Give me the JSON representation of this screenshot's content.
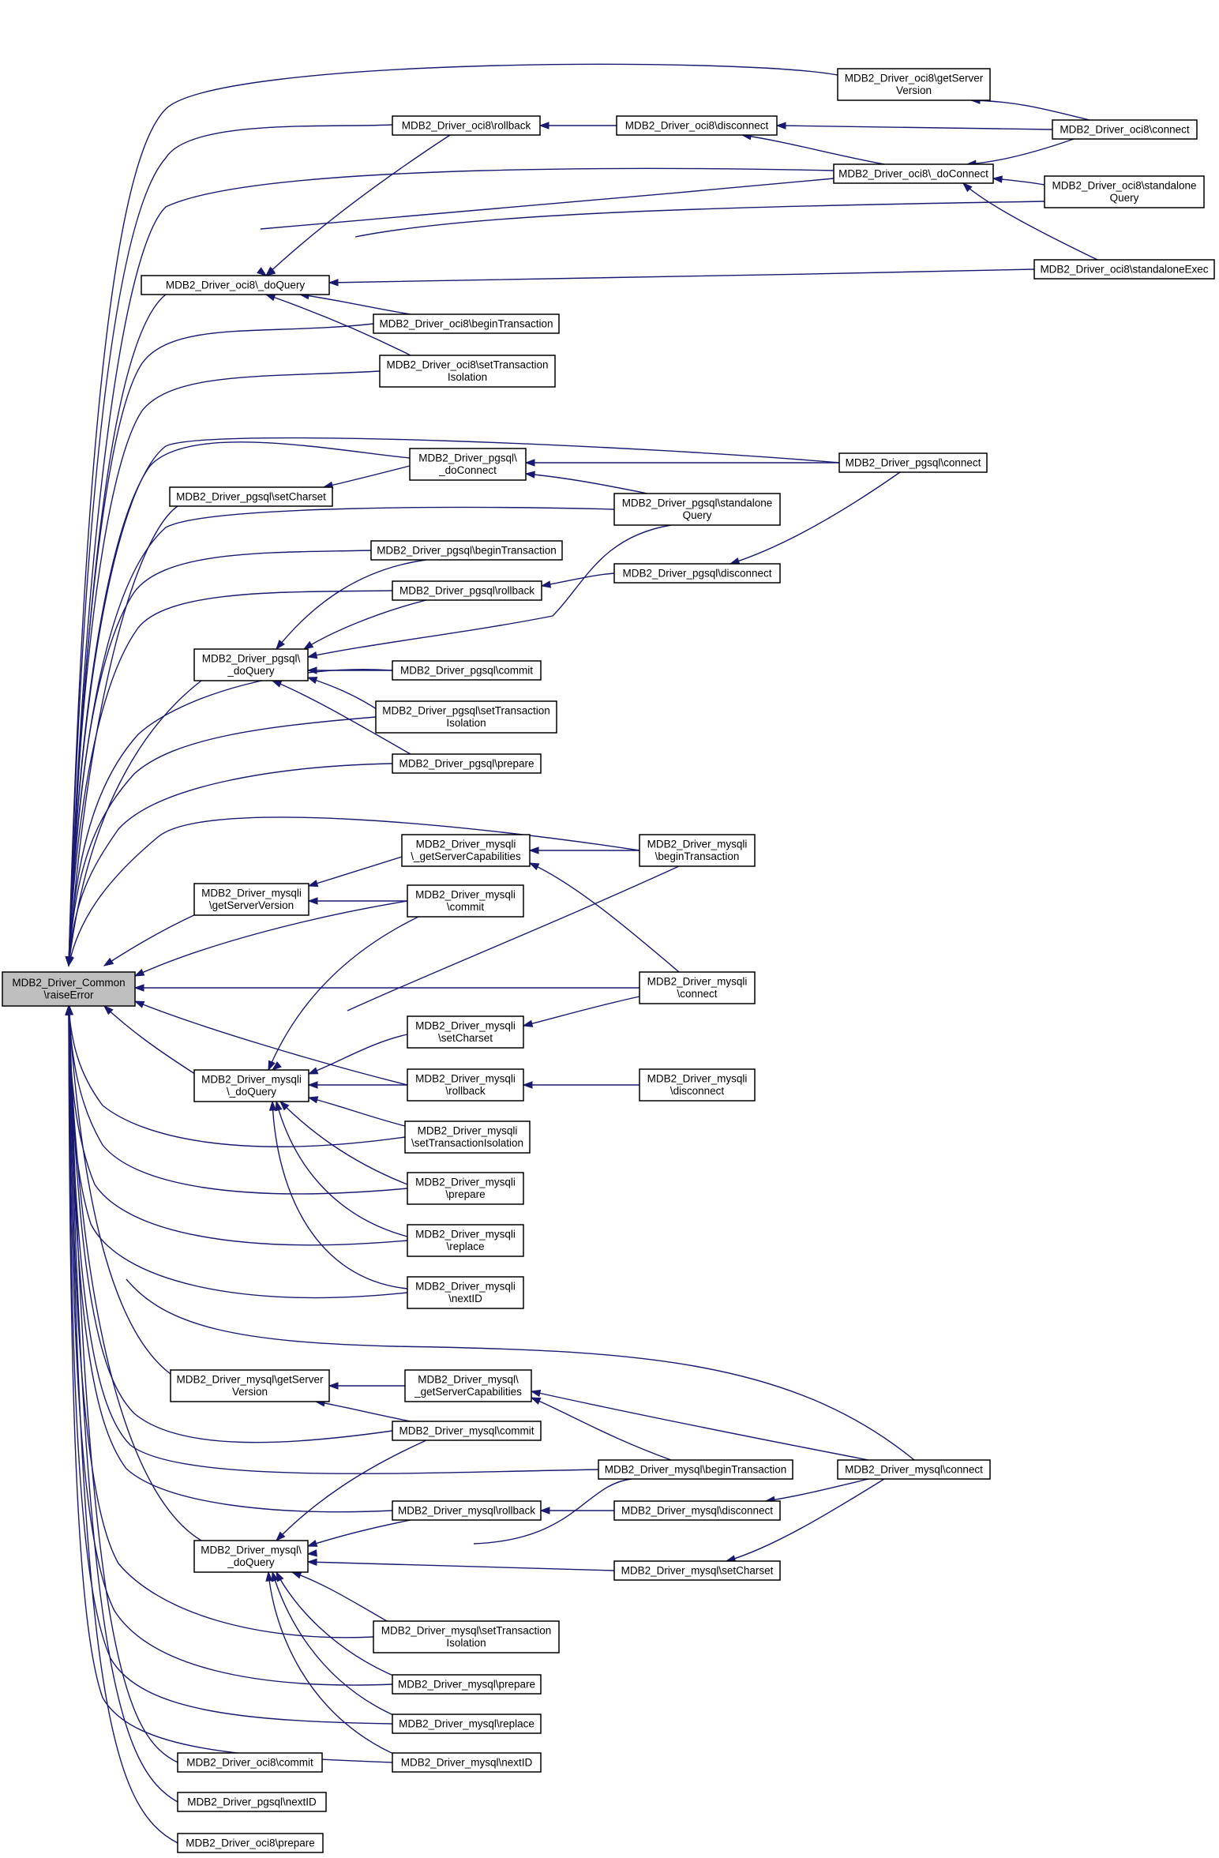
{
  "diagram": {
    "type": "caller-graph",
    "colors": {
      "edge": "#191970",
      "node_border": "#000000",
      "node_fill": "#ffffff",
      "root_fill": "#bfbfbf"
    },
    "nodes": [
      {
        "id": "root",
        "label": "MDB2_Driver_Common\n\\raiseError",
        "root": true
      },
      {
        "id": "oci8_rollback",
        "label": "MDB2_Driver_oci8\\rollback"
      },
      {
        "id": "oci8_doQuery",
        "label": "MDB2_Driver_oci8\\_doQuery"
      },
      {
        "id": "oci8_getServerVersion",
        "label": "MDB2_Driver_oci8\\getServer\nVersion"
      },
      {
        "id": "oci8_disconnect",
        "label": "MDB2_Driver_oci8\\disconnect"
      },
      {
        "id": "oci8_connect",
        "label": "MDB2_Driver_oci8\\connect"
      },
      {
        "id": "oci8_doConnect",
        "label": "MDB2_Driver_oci8\\_doConnect"
      },
      {
        "id": "oci8_standaloneQuery",
        "label": "MDB2_Driver_oci8\\standalone\nQuery"
      },
      {
        "id": "oci8_standaloneExec",
        "label": "MDB2_Driver_oci8\\standaloneExec"
      },
      {
        "id": "oci8_beginTransaction",
        "label": "MDB2_Driver_oci8\\beginTransaction"
      },
      {
        "id": "oci8_setTransactionIsolation",
        "label": "MDB2_Driver_oci8\\setTransaction\nIsolation"
      },
      {
        "id": "pgsql_setCharset",
        "label": "MDB2_Driver_pgsql\\setCharset"
      },
      {
        "id": "pgsql_doConnect",
        "label": "MDB2_Driver_pgsql\\\n_doConnect"
      },
      {
        "id": "pgsql_connect",
        "label": "MDB2_Driver_pgsql\\connect"
      },
      {
        "id": "pgsql_standaloneQuery",
        "label": "MDB2_Driver_pgsql\\standalone\nQuery"
      },
      {
        "id": "pgsql_beginTransaction",
        "label": "MDB2_Driver_pgsql\\beginTransaction"
      },
      {
        "id": "pgsql_rollback",
        "label": "MDB2_Driver_pgsql\\rollback"
      },
      {
        "id": "pgsql_disconnect",
        "label": "MDB2_Driver_pgsql\\disconnect"
      },
      {
        "id": "pgsql_doQuery",
        "label": "MDB2_Driver_pgsql\\\n_doQuery"
      },
      {
        "id": "pgsql_commit",
        "label": "MDB2_Driver_pgsql\\commit"
      },
      {
        "id": "pgsql_setTransactionIsolation",
        "label": "MDB2_Driver_pgsql\\setTransaction\nIsolation"
      },
      {
        "id": "pgsql_prepare",
        "label": "MDB2_Driver_pgsql\\prepare"
      },
      {
        "id": "mysqli_getServerCapabilities",
        "label": "MDB2_Driver_mysqli\n\\_getServerCapabilities"
      },
      {
        "id": "mysqli_beginTransaction",
        "label": "MDB2_Driver_mysqli\n\\beginTransaction"
      },
      {
        "id": "mysqli_getServerVersion",
        "label": "MDB2_Driver_mysqli\n\\getServerVersion"
      },
      {
        "id": "mysqli_commit",
        "label": "MDB2_Driver_mysqli\n\\commit"
      },
      {
        "id": "mysqli_connect",
        "label": "MDB2_Driver_mysqli\n\\connect"
      },
      {
        "id": "mysqli_setCharset",
        "label": "MDB2_Driver_mysqli\n\\setCharset"
      },
      {
        "id": "mysqli_doQuery",
        "label": "MDB2_Driver_mysqli\n\\_doQuery"
      },
      {
        "id": "mysqli_rollback",
        "label": "MDB2_Driver_mysqli\n\\rollback"
      },
      {
        "id": "mysqli_disconnect",
        "label": "MDB2_Driver_mysqli\n\\disconnect"
      },
      {
        "id": "mysqli_setTransactionIsolation",
        "label": "MDB2_Driver_mysqli\n\\setTransactionIsolation"
      },
      {
        "id": "mysqli_prepare",
        "label": "MDB2_Driver_mysqli\n\\prepare"
      },
      {
        "id": "mysqli_replace",
        "label": "MDB2_Driver_mysqli\n\\replace"
      },
      {
        "id": "mysqli_nextID",
        "label": "MDB2_Driver_mysqli\n\\nextID"
      },
      {
        "id": "mysql_getServerVersion",
        "label": "MDB2_Driver_mysql\\getServer\nVersion"
      },
      {
        "id": "mysql_getServerCapabilities",
        "label": "MDB2_Driver_mysql\\\n_getServerCapabilities"
      },
      {
        "id": "mysql_commit",
        "label": "MDB2_Driver_mysql\\commit"
      },
      {
        "id": "mysql_beginTransaction",
        "label": "MDB2_Driver_mysql\\beginTransaction"
      },
      {
        "id": "mysql_connect",
        "label": "MDB2_Driver_mysql\\connect"
      },
      {
        "id": "mysql_rollback",
        "label": "MDB2_Driver_mysql\\rollback"
      },
      {
        "id": "mysql_disconnect",
        "label": "MDB2_Driver_mysql\\disconnect"
      },
      {
        "id": "mysql_doQuery",
        "label": "MDB2_Driver_mysql\\\n_doQuery"
      },
      {
        "id": "mysql_setCharset",
        "label": "MDB2_Driver_mysql\\setCharset"
      },
      {
        "id": "mysql_setTransactionIsolation",
        "label": "MDB2_Driver_mysql\\setTransaction\nIsolation"
      },
      {
        "id": "mysql_prepare",
        "label": "MDB2_Driver_mysql\\prepare"
      },
      {
        "id": "mysql_replace",
        "label": "MDB2_Driver_mysql\\replace"
      },
      {
        "id": "mysql_nextID",
        "label": "MDB2_Driver_mysql\\nextID"
      },
      {
        "id": "oci8_commit",
        "label": "MDB2_Driver_oci8\\commit"
      },
      {
        "id": "pgsql_nextID",
        "label": "MDB2_Driver_pgsql\\nextID"
      },
      {
        "id": "oci8_prepare",
        "label": "MDB2_Driver_oci8\\prepare"
      }
    ],
    "edges": [
      {
        "from": "oci8_getServerVersion",
        "to": "root"
      },
      {
        "from": "oci8_rollback",
        "to": "root"
      },
      {
        "from": "oci8_doConnect",
        "to": "root"
      },
      {
        "from": "oci8_doQuery",
        "to": "root"
      },
      {
        "from": "oci8_beginTransaction",
        "to": "root"
      },
      {
        "from": "oci8_setTransactionIsolation",
        "to": "root"
      },
      {
        "from": "pgsql_connect",
        "to": "root"
      },
      {
        "from": "pgsql_doConnect",
        "to": "root"
      },
      {
        "from": "pgsql_setCharset",
        "to": "root"
      },
      {
        "from": "pgsql_standaloneQuery",
        "to": "root"
      },
      {
        "from": "pgsql_beginTransaction",
        "to": "root"
      },
      {
        "from": "pgsql_rollback",
        "to": "root"
      },
      {
        "from": "pgsql_doQuery",
        "to": "root"
      },
      {
        "from": "pgsql_commit",
        "to": "root"
      },
      {
        "from": "pgsql_setTransactionIsolation",
        "to": "root"
      },
      {
        "from": "pgsql_prepare",
        "to": "root"
      },
      {
        "from": "mysqli_beginTransaction",
        "to": "root"
      },
      {
        "from": "mysqli_getServerCapabilities",
        "to": "root"
      },
      {
        "from": "mysqli_getServerVersion",
        "to": "root"
      },
      {
        "from": "mysqli_commit",
        "to": "root"
      },
      {
        "from": "mysqli_connect",
        "to": "root"
      },
      {
        "from": "mysqli_rollback",
        "to": "root"
      },
      {
        "from": "mysqli_doQuery",
        "to": "root"
      },
      {
        "from": "mysqli_setTransactionIsolation",
        "to": "root"
      },
      {
        "from": "mysqli_prepare",
        "to": "root"
      },
      {
        "from": "mysqli_replace",
        "to": "root"
      },
      {
        "from": "mysqli_nextID",
        "to": "root"
      },
      {
        "from": "mysql_connect",
        "to": "root"
      },
      {
        "from": "mysql_getServerVersion",
        "to": "root"
      },
      {
        "from": "mysql_commit",
        "to": "root"
      },
      {
        "from": "mysql_beginTransaction",
        "to": "root"
      },
      {
        "from": "mysql_rollback",
        "to": "root"
      },
      {
        "from": "mysql_doQuery",
        "to": "root"
      },
      {
        "from": "mysql_setTransactionIsolation",
        "to": "root"
      },
      {
        "from": "mysql_prepare",
        "to": "root"
      },
      {
        "from": "mysql_replace",
        "to": "root"
      },
      {
        "from": "mysql_nextID",
        "to": "root"
      },
      {
        "from": "oci8_commit",
        "to": "root"
      },
      {
        "from": "pgsql_nextID",
        "to": "root"
      },
      {
        "from": "oci8_prepare",
        "to": "root"
      },
      {
        "from": "oci8_disconnect",
        "to": "oci8_rollback"
      },
      {
        "from": "oci8_connect",
        "to": "oci8_disconnect"
      },
      {
        "from": "oci8_doConnect",
        "to": "oci8_disconnect"
      },
      {
        "from": "oci8_connect",
        "to": "oci8_getServerVersion"
      },
      {
        "from": "oci8_connect",
        "to": "oci8_doConnect"
      },
      {
        "from": "oci8_standaloneQuery",
        "to": "oci8_doConnect"
      },
      {
        "from": "oci8_standaloneExec",
        "to": "oci8_doConnect"
      },
      {
        "from": "oci8_rollback",
        "to": "oci8_doQuery"
      },
      {
        "from": "oci8_doConnect",
        "to": "oci8_doQuery"
      },
      {
        "from": "oci8_standaloneQuery",
        "to": "oci8_doQuery"
      },
      {
        "from": "oci8_standaloneExec",
        "to": "oci8_doQuery"
      },
      {
        "from": "oci8_beginTransaction",
        "to": "oci8_doQuery"
      },
      {
        "from": "oci8_setTransactionIsolation",
        "to": "oci8_doQuery"
      },
      {
        "from": "pgsql_doConnect",
        "to": "pgsql_setCharset"
      },
      {
        "from": "pgsql_connect",
        "to": "pgsql_doConnect"
      },
      {
        "from": "pgsql_standaloneQuery",
        "to": "pgsql_doConnect"
      },
      {
        "from": "pgsql_disconnect",
        "to": "pgsql_rollback"
      },
      {
        "from": "pgsql_connect",
        "to": "pgsql_disconnect"
      },
      {
        "from": "pgsql_beginTransaction",
        "to": "pgsql_doQuery"
      },
      {
        "from": "pgsql_rollback",
        "to": "pgsql_doQuery"
      },
      {
        "from": "pgsql_standaloneQuery",
        "to": "pgsql_doQuery"
      },
      {
        "from": "pgsql_commit",
        "to": "pgsql_doQuery"
      },
      {
        "from": "pgsql_setTransactionIsolation",
        "to": "pgsql_doQuery"
      },
      {
        "from": "pgsql_prepare",
        "to": "pgsql_doQuery"
      },
      {
        "from": "mysqli_getServerCapabilities",
        "to": "mysqli_getServerVersion"
      },
      {
        "from": "mysqli_commit",
        "to": "mysqli_getServerVersion"
      },
      {
        "from": "mysqli_beginTransaction",
        "to": "mysqli_getServerCapabilities"
      },
      {
        "from": "mysqli_connect",
        "to": "mysqli_getServerCapabilities"
      },
      {
        "from": "mysqli_connect",
        "to": "mysqli_setCharset"
      },
      {
        "from": "mysqli_disconnect",
        "to": "mysqli_rollback"
      },
      {
        "from": "mysqli_commit",
        "to": "mysqli_doQuery"
      },
      {
        "from": "mysqli_beginTransaction",
        "to": "mysqli_doQuery"
      },
      {
        "from": "mysqli_setCharset",
        "to": "mysqli_doQuery"
      },
      {
        "from": "mysqli_rollback",
        "to": "mysqli_doQuery"
      },
      {
        "from": "mysqli_setTransactionIsolation",
        "to": "mysqli_doQuery"
      },
      {
        "from": "mysqli_prepare",
        "to": "mysqli_doQuery"
      },
      {
        "from": "mysqli_replace",
        "to": "mysqli_doQuery"
      },
      {
        "from": "mysqli_nextID",
        "to": "mysqli_doQuery"
      },
      {
        "from": "mysql_getServerCapabilities",
        "to": "mysql_getServerVersion"
      },
      {
        "from": "mysql_commit",
        "to": "mysql_getServerVersion"
      },
      {
        "from": "mysql_beginTransaction",
        "to": "mysql_getServerCapabilities"
      },
      {
        "from": "mysql_connect",
        "to": "mysql_getServerCapabilities"
      },
      {
        "from": "mysql_disconnect",
        "to": "mysql_rollback"
      },
      {
        "from": "mysql_connect",
        "to": "mysql_disconnect"
      },
      {
        "from": "mysql_connect",
        "to": "mysql_setCharset"
      },
      {
        "from": "mysql_commit",
        "to": "mysql_doQuery"
      },
      {
        "from": "mysql_rollback",
        "to": "mysql_doQuery"
      },
      {
        "from": "mysql_beginTransaction",
        "to": "mysql_doQuery"
      },
      {
        "from": "mysql_setCharset",
        "to": "mysql_doQuery"
      },
      {
        "from": "mysql_setTransactionIsolation",
        "to": "mysql_doQuery"
      },
      {
        "from": "mysql_prepare",
        "to": "mysql_doQuery"
      },
      {
        "from": "mysql_replace",
        "to": "mysql_doQuery"
      },
      {
        "from": "mysql_nextID",
        "to": "mysql_doQuery"
      }
    ]
  }
}
